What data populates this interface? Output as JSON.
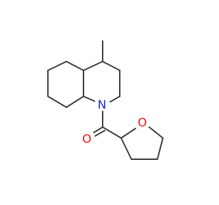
{
  "molecule": {
    "atoms": {
      "nitrogen": {
        "label": "N",
        "color": "#1f2bd6"
      },
      "carbonyl_oxygen": {
        "label": "O",
        "color": "#e8161a"
      },
      "ring_oxygen": {
        "label": "O",
        "color": "#e8161a"
      }
    },
    "bond_color": "#3a3a3a"
  }
}
